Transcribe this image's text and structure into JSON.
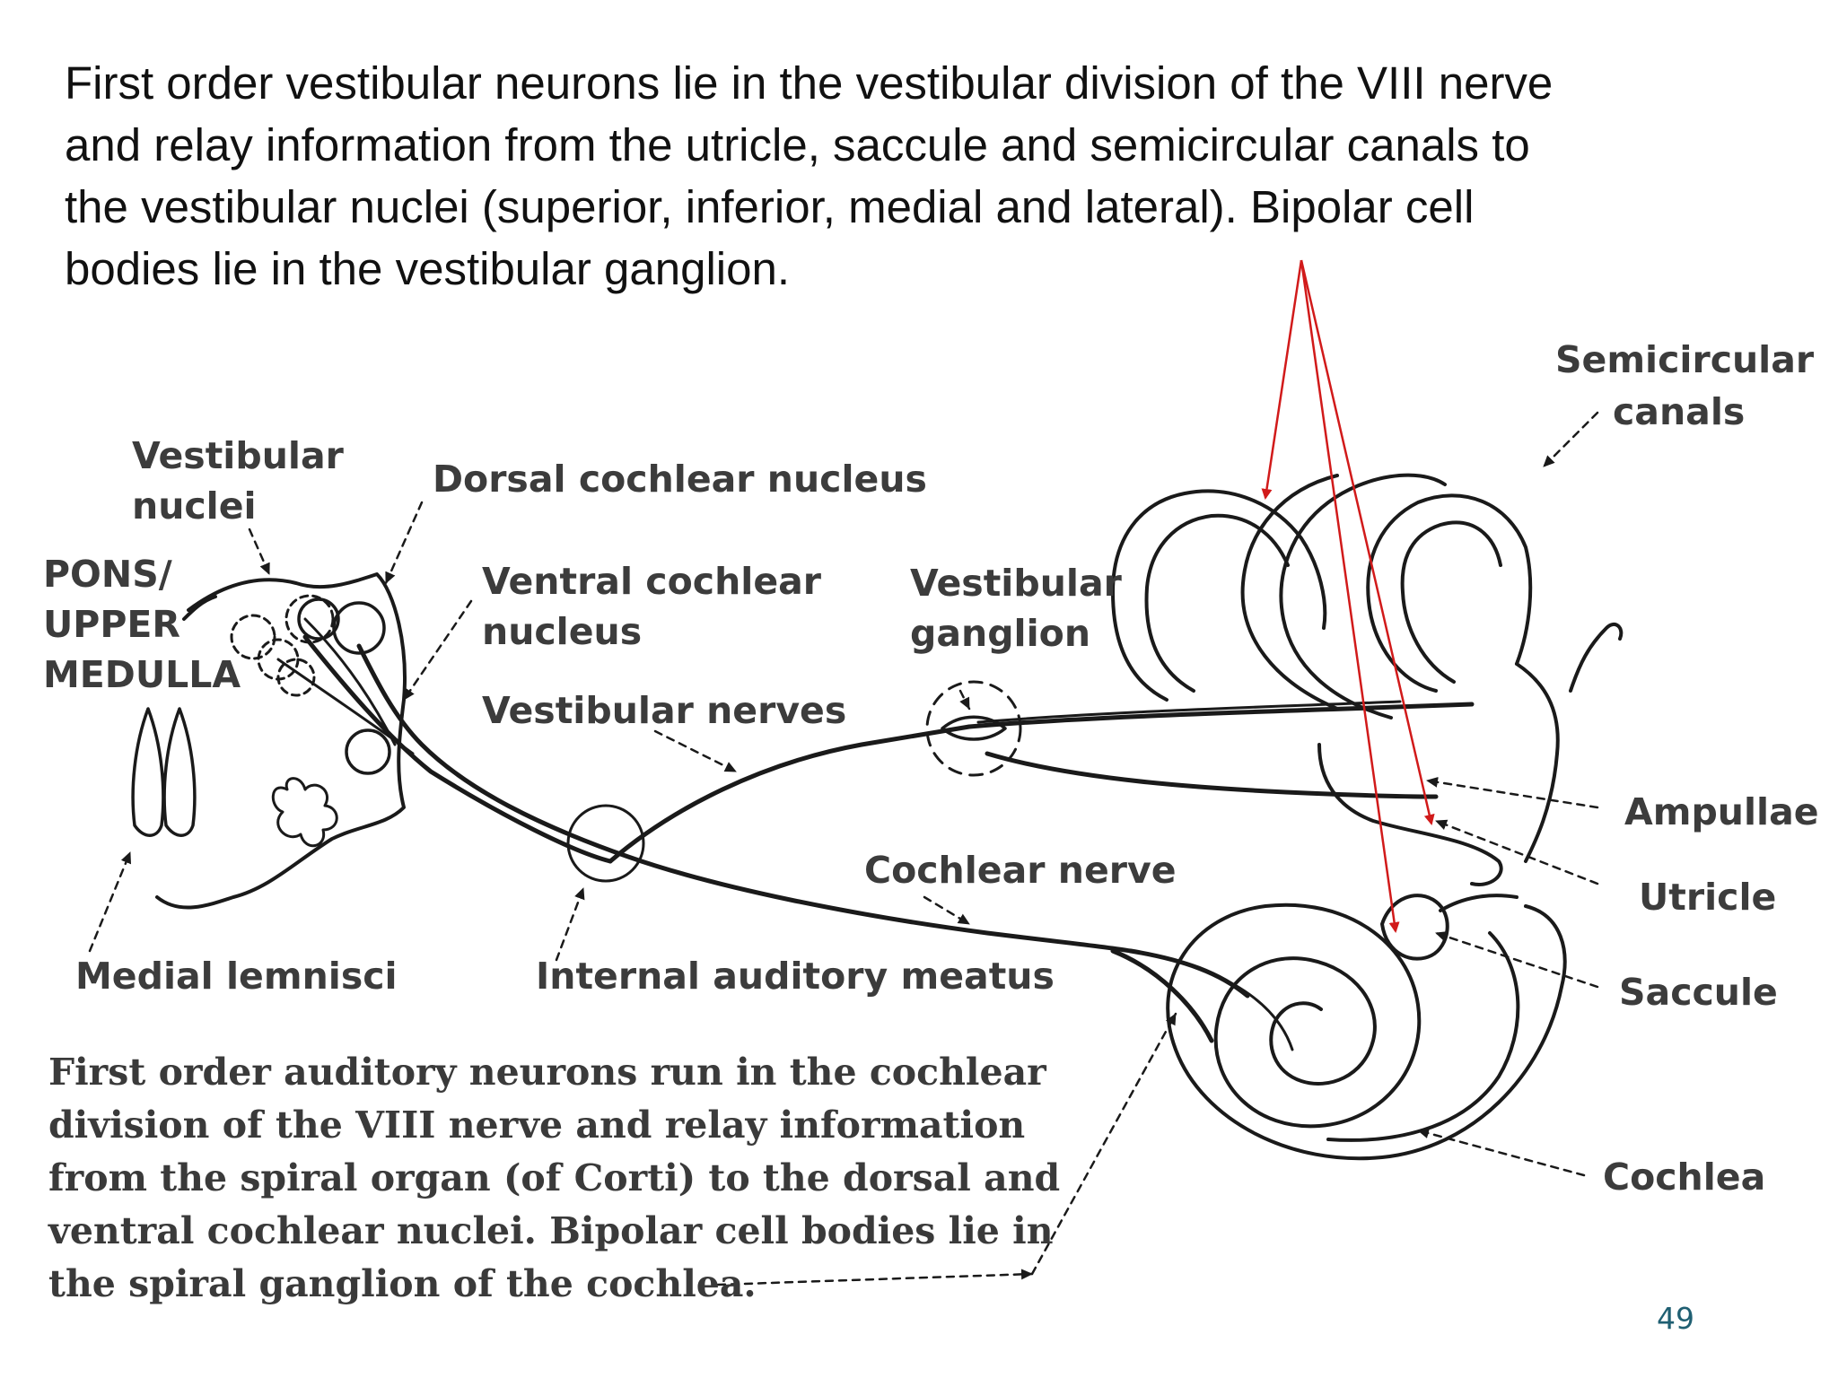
{
  "intro": {
    "lines": [
      "First order vestibular neurons lie in the vestibular division of the VIII nerve",
      "and relay information from the utricle, saccule and semicircular canals to",
      "the vestibular nuclei (superior, inferior, medial and lateral). Bipolar cell",
      "bodies lie in the vestibular ganglion."
    ]
  },
  "labels": {
    "vestibular_nuclei": [
      "Vestibular",
      "nuclei"
    ],
    "pons": [
      "PONS/",
      "UPPER",
      "MEDULLA"
    ],
    "dorsal_cochlear_nucleus": "Dorsal cochlear nucleus",
    "ventral_cochlear_nucleus": [
      "Ventral cochlear",
      "nucleus"
    ],
    "vestibular_ganglion": [
      "Vestibular",
      "ganglion"
    ],
    "vestibular_nerves": "Vestibular nerves",
    "cochlear_nerve": "Cochlear nerve",
    "medial_lemnisci": "Medial lemnisci",
    "internal_auditory_meatus": "Internal auditory meatus",
    "semicircular_canals": [
      "Semicircular",
      "canals"
    ],
    "ampullae": "Ampullae",
    "utricle": "Utricle",
    "saccule": "Saccule",
    "cochlea": "Cochlea"
  },
  "caption": {
    "lines": [
      "First order auditory neurons run in the cochlear",
      "division of the VIII nerve and relay information",
      "from the spiral organ (of Corti) to the dorsal and",
      "ventral cochlear nuclei. Bipolar cell bodies lie in",
      "the spiral ganglion of the cochlea."
    ]
  },
  "page_number": "49",
  "colors": {
    "annotation_arrows": "#d11a1a",
    "line_art": "#1a1a1a",
    "page_number": "#1f5f72"
  }
}
